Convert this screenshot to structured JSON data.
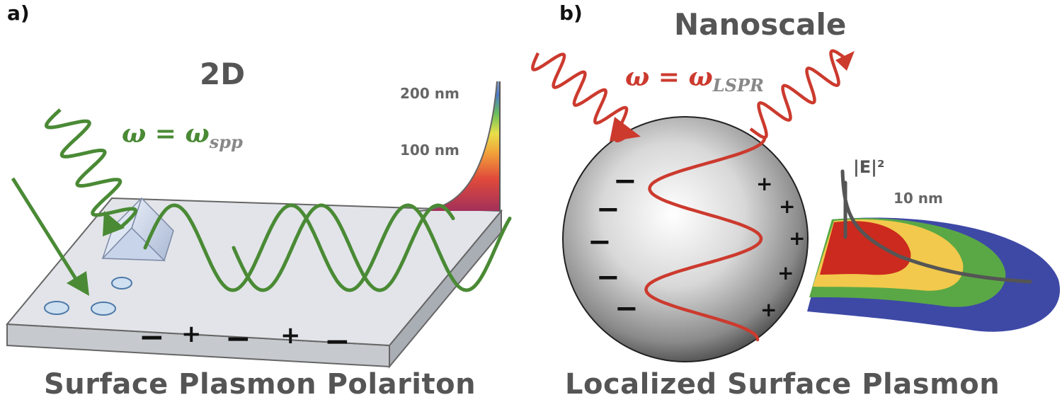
{
  "panel_a": {
    "label": "a)",
    "title": "2D",
    "equation": {
      "lhs": "ω = ω",
      "sub": "spp"
    },
    "scale_labels": [
      "200 nm",
      "100 nm"
    ],
    "charges": [
      "−",
      "+",
      "−",
      "+",
      "−"
    ],
    "caption": "Surface Plasmon Polariton",
    "color": "#4a8a35"
  },
  "panel_b": {
    "label": "b)",
    "title": "Nanoscale",
    "equation": {
      "lhs": "ω = ω",
      "sub": "LSPR"
    },
    "field_label": "|E|²",
    "scale_label": "10 nm",
    "charges_left": [
      "−",
      "−",
      "−",
      "−",
      "−"
    ],
    "charges_right": [
      "+",
      "+",
      "+",
      "+",
      "+"
    ],
    "caption": "Localized Surface Plasmon",
    "color": "#cc3a2e"
  },
  "colors": {
    "green": "#4a8a35",
    "red": "#cc3a2e",
    "slab_top": "#dde0e6",
    "band_red": "#cc2a1e",
    "band_yellow": "#f2c94c",
    "band_green": "#5aa845",
    "band_blue": "#3e49a6"
  }
}
